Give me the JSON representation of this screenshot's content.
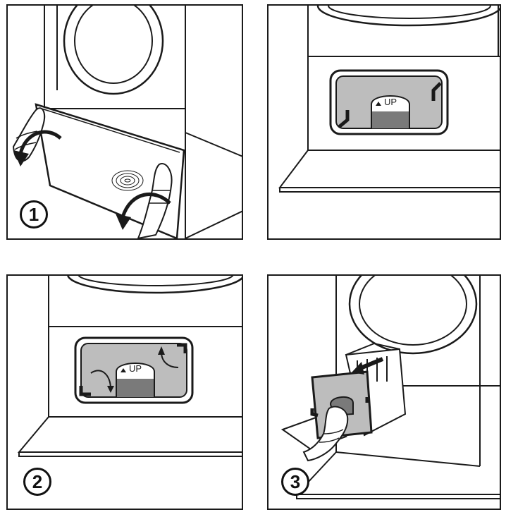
{
  "steps": {
    "step1": "1",
    "step2": "2",
    "step3": "3"
  },
  "filter_label": "UP",
  "colors": {
    "line": "#1a1a1a",
    "cover_gray": "#bdbdbd",
    "tab_gray": "#7a7a7a",
    "arrow": "#1a1a1a"
  },
  "icons": [
    "rotate-arrow-icon",
    "pull-arrow-icon",
    "up-arrow-icon",
    "hand-icon"
  ]
}
